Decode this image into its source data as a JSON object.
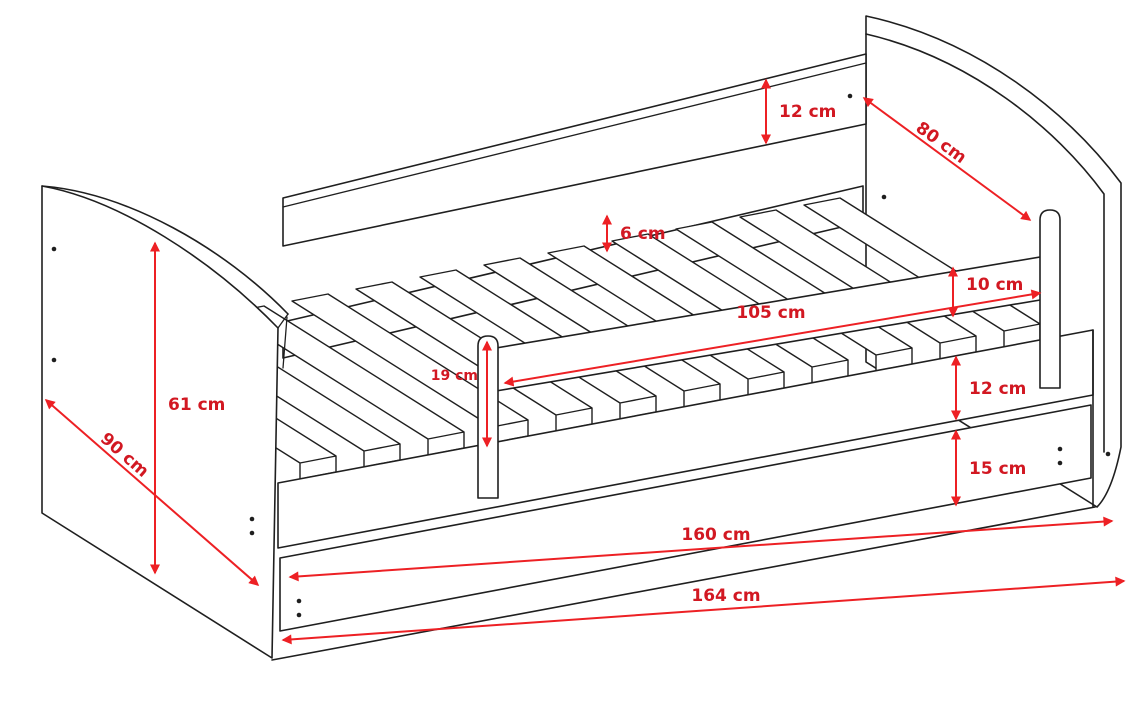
{
  "diagram": {
    "type": "furniture-dimension-diagram",
    "subject": "children's bed with guard rail and storage drawer",
    "view": "perspective line drawing",
    "unit": "cm",
    "line_color": "#1f1f1f",
    "dimension_color": "#ed2024",
    "background_color": "#ffffff"
  },
  "dimensions": {
    "top_rail_height": {
      "label": "12 cm",
      "value": 12
    },
    "headboard_width": {
      "label": "80 cm",
      "value": 80
    },
    "slat_height": {
      "label": "6 cm",
      "value": 6
    },
    "guard_rail_height": {
      "label": "10 cm",
      "value": 10
    },
    "guard_rail_length": {
      "label": "105 cm",
      "value": 105
    },
    "post_height": {
      "label": "19 cm",
      "value": 19
    },
    "frame_rail_height": {
      "label": "12 cm",
      "value": 12
    },
    "footboard_height": {
      "label": "61 cm",
      "value": 61
    },
    "bed_width": {
      "label": "90 cm",
      "value": 90
    },
    "drawer_height": {
      "label": "15 cm",
      "value": 15
    },
    "inner_length": {
      "label": "160 cm",
      "value": 160
    },
    "outer_length": {
      "label": "164 cm",
      "value": 164
    }
  }
}
